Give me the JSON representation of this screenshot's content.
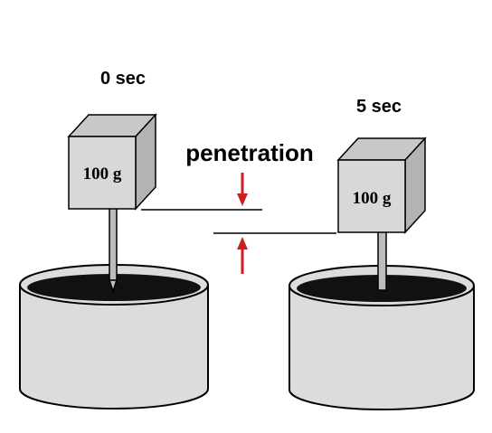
{
  "left": {
    "time_label": "0 sec",
    "weight_label": "100 g"
  },
  "right": {
    "time_label": "5 sec",
    "weight_label": "100 g"
  },
  "penetration_label": "penetration",
  "colors": {
    "arrow": "#cc1f1f",
    "cube_front": "#d8d8d8",
    "cube_top": "#c8c8c8",
    "cube_side": "#b3b3b3",
    "container": "#dcdcdc",
    "rim_inner": "#111111",
    "needle": "#bdbdbd",
    "outline": "#000000"
  }
}
